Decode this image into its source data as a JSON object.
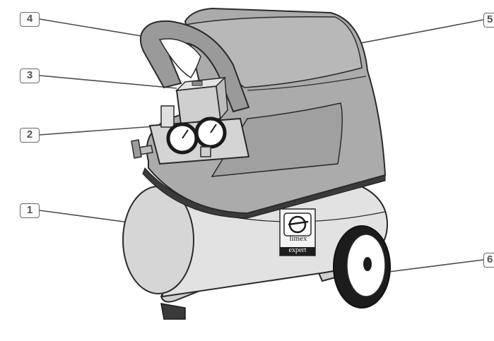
{
  "callouts": {
    "c1": "1",
    "c2": "2",
    "c3": "3",
    "c4": "4",
    "c5": "5",
    "c6": "6"
  },
  "brand": {
    "name": "limex",
    "line": "expert"
  },
  "colors": {
    "tank": "#dcdcdc",
    "cover": "#a8a8a8",
    "outline": "#2a2a2a",
    "callout_border": "#6a6a6a",
    "callout_text": "#555555"
  }
}
